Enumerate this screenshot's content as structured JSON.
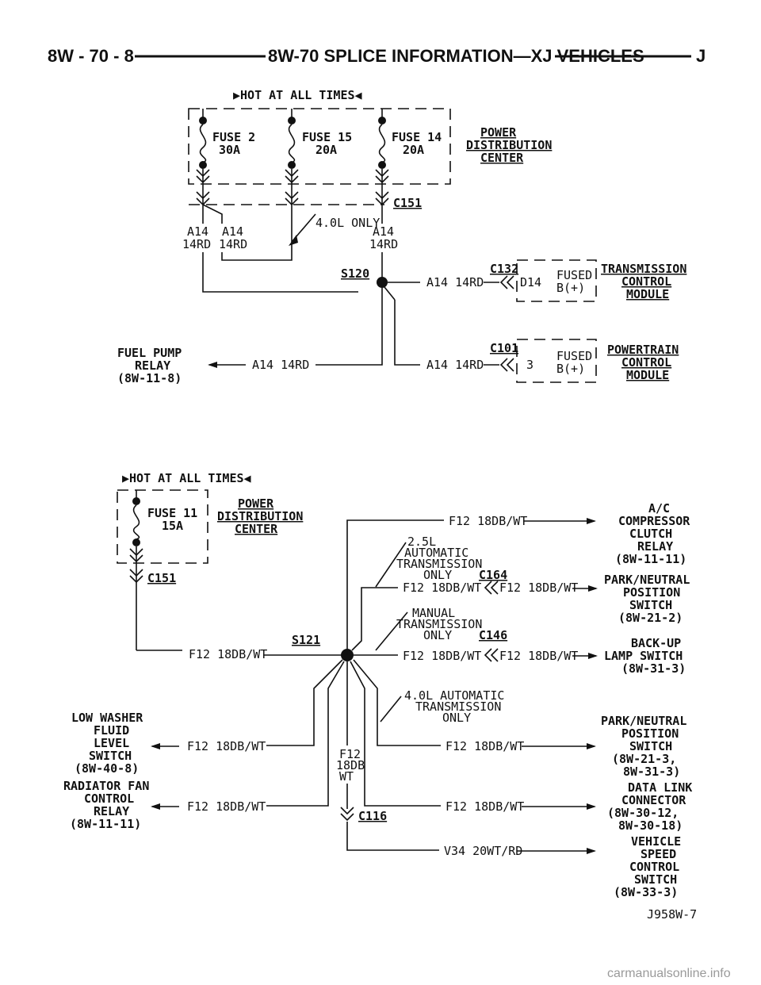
{
  "header": {
    "left": "8W - 70 - 8",
    "title": "8W-70 SPLICE INFORMATION—XJ VEHICLES",
    "right": "J"
  },
  "diagram1": {
    "hot": "▶HOT AT ALL TIMES◀",
    "fuses": [
      {
        "name": "FUSE 2",
        "amp": "30A"
      },
      {
        "name": "FUSE 15",
        "amp": "20A"
      },
      {
        "name": "FUSE 14",
        "amp": "20A"
      }
    ],
    "pdc": [
      "POWER",
      "DISTRIBUTION",
      "CENTER"
    ],
    "connector": "C151",
    "note": "4.0L ONLY",
    "wire_left1": [
      "A14",
      "14RD"
    ],
    "wire_left2": [
      "A14",
      "14RD"
    ],
    "wire_right": [
      "A14",
      "14RD"
    ],
    "splice": "S120",
    "c132": "C132",
    "c132_wire": "A14 14RD",
    "c132_pin": "D14",
    "fused_b": [
      "FUSED",
      "B(+)"
    ],
    "tcm": [
      "TRANSMISSION",
      "CONTROL",
      "MODULE"
    ],
    "c101": "C101",
    "c101_wire": "A14 14RD",
    "c101_pin": "3",
    "pcm": [
      "POWERTRAIN",
      "CONTROL",
      "MODULE"
    ],
    "fuel_pump": [
      "FUEL PUMP",
      "RELAY",
      "(8W-11-8)"
    ],
    "fuel_wire": "A14 14RD"
  },
  "diagram2": {
    "hot": "▶HOT AT ALL TIMES◀",
    "fuse": {
      "name": "FUSE 11",
      "amp": "15A"
    },
    "pdc": [
      "POWER",
      "DISTRIBUTION",
      "CENTER"
    ],
    "connector": "C151",
    "splice": "S121",
    "feed_wire": "F12 18DB/WT",
    "wire_f12": "F12 18DB/WT",
    "note_25l": [
      "2.5L",
      "AUTOMATIC",
      "TRANSMISSION",
      "ONLY"
    ],
    "c164": "C164",
    "note_manual": [
      "MANUAL",
      "TRANSMISSION",
      "ONLY"
    ],
    "c146": "C146",
    "note_40l": [
      "4.0L AUTOMATIC",
      "TRANSMISSION",
      "ONLY"
    ],
    "vert_wire": [
      "F12",
      "18DB",
      "WT"
    ],
    "c116": "C116",
    "vss_wire": "V34 20WT/RD",
    "ac": [
      "A/C",
      "COMPRESSOR",
      "CLUTCH",
      "RELAY",
      "(8W-11-11)"
    ],
    "pn1": [
      "PARK/NEUTRAL",
      "POSITION",
      "SWITCH",
      "(8W-21-2)"
    ],
    "backup": [
      "BACK-UP",
      "LAMP SWITCH",
      "(8W-31-3)"
    ],
    "pn2": [
      "PARK/NEUTRAL",
      "POSITION",
      "SWITCH",
      "(8W-21-3,",
      "8W-31-3)"
    ],
    "dlc": [
      "DATA LINK",
      "CONNECTOR",
      "(8W-30-12,",
      "8W-30-18)"
    ],
    "vsc": [
      "VEHICLE",
      "SPEED",
      "CONTROL",
      "SWITCH",
      "(8W-33-3)"
    ],
    "washer": [
      "LOW WASHER",
      "FLUID",
      "LEVEL",
      "SWITCH",
      "(8W-40-8)"
    ],
    "radfan": [
      "RADIATOR FAN",
      "CONTROL",
      "RELAY",
      "(8W-11-11)"
    ]
  },
  "figure_id": "J958W-7",
  "watermark": "carmanualsonline.info"
}
